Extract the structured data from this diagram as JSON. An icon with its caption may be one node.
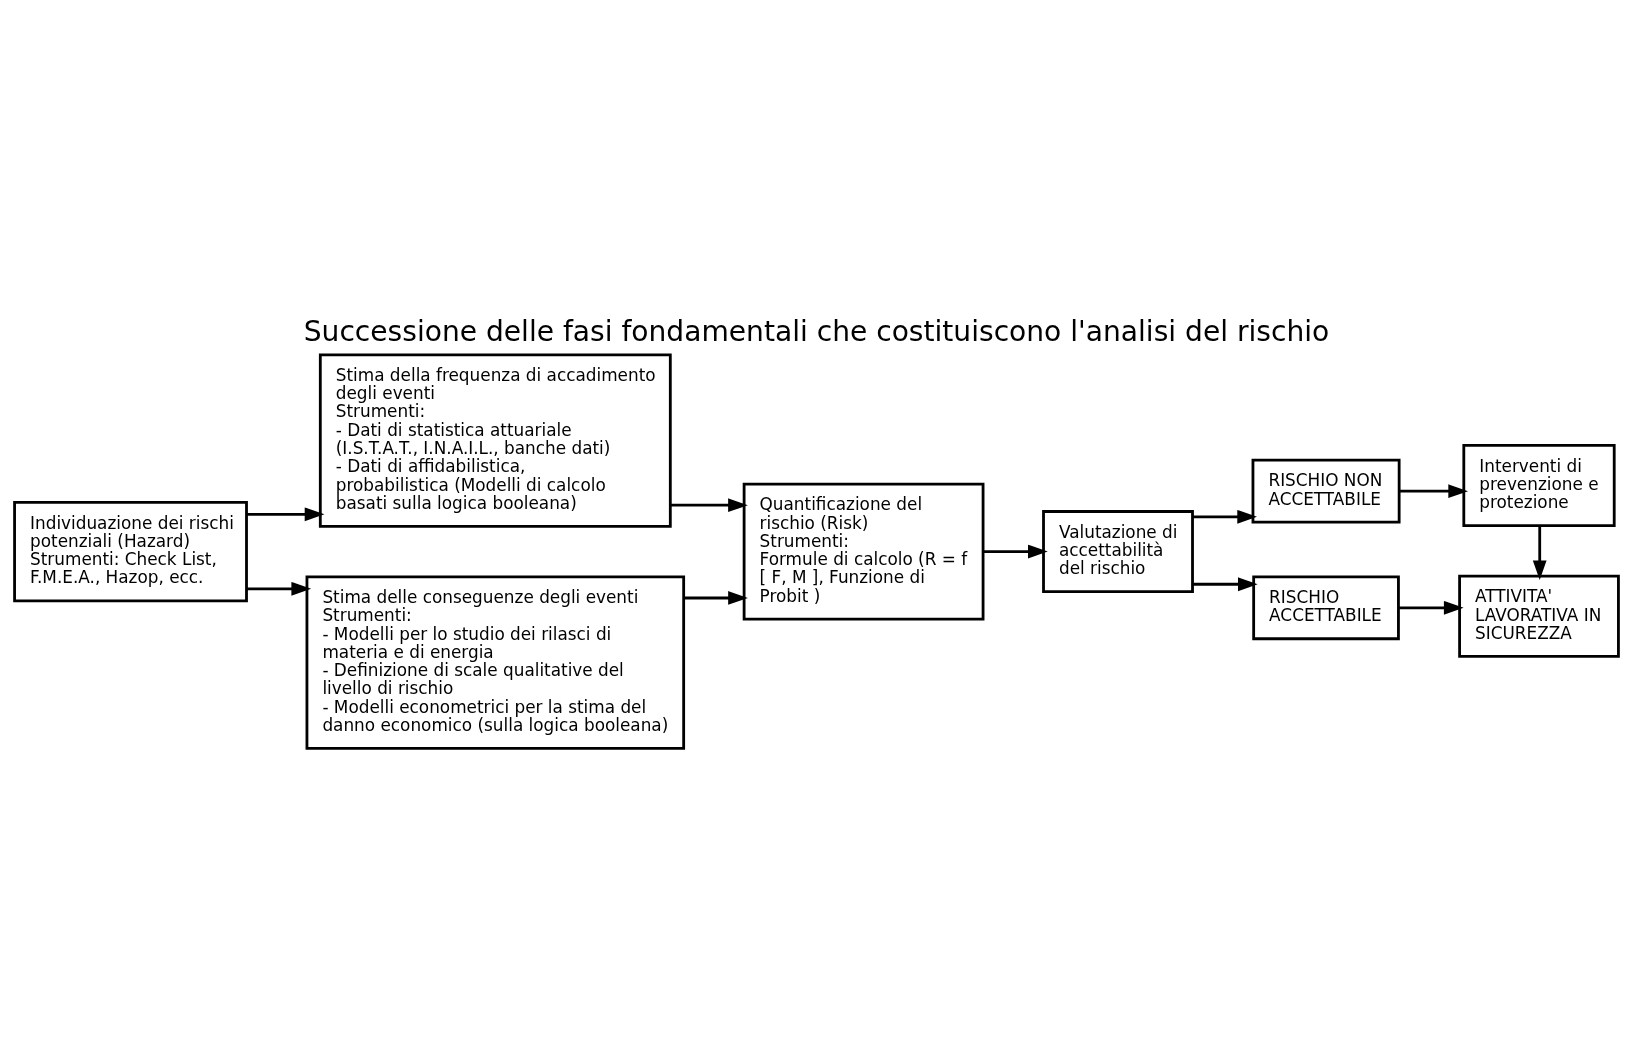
{
  "diagram": {
    "title": "Successione delle fasi fondamentali che costituiscono l'analisi del rischio",
    "nodes": [
      {
        "text": [
          "Individuazione dei rischi potenziali (Hazard)",
          "Strumenti: Check List, F.M.E.A., Hazop, ecc."
        ]
      },
      {
        "text": [
          "Stima della frequenza di accadimento degli eventi",
          "Strumenti:",
          "- Dati di statistica attuariale (I.S.T.A.T., I.N.A.I.L., banche dati)",
          "- Dati di affidabilistica, probabilistica (Modelli di calcolo basati sulla logica booleana)"
        ]
      },
      {
        "text": [
          "Stima delle conseguenze degli eventi",
          "Strumenti:",
          "- Modelli per lo studio dei rilasci di materia e di energia",
          "- Definizione di scale qualitative del livello di rischio",
          "- Modelli econometrici per la stima del danno economico (sulla logica booleana)"
        ]
      },
      {
        "text": [
          "Quantificazione del rischio (Risk)",
          "Strumenti:",
          "Formule di calcolo (R = f [ F, M ], Funzione di Probit )"
        ]
      },
      {
        "text": [
          "Valutazione di accettabilità del rischio"
        ]
      },
      {
        "text": [
          "RISCHIO ACCETTABILE"
        ]
      },
      {
        "text": [
          "ATTIVITA' LAVORATIVA IN SICUREZZA"
        ]
      },
      {
        "text": [
          "RISCHIO NON ACCETTABILE"
        ]
      },
      {
        "text": [
          "Interventi di prevenzione e protezione"
        ]
      }
    ],
    "edges": [
      {
        "from": 0,
        "to": 1,
        "arrow": "to"
      },
      {
        "from": 0,
        "to": 2,
        "arrow": "to"
      },
      {
        "from": 1,
        "to": 3,
        "arrow": "to"
      },
      {
        "from": 2,
        "to": 3,
        "arrow": "to"
      },
      {
        "from": 3,
        "to": 4,
        "arrow": "to"
      },
      {
        "from": 4,
        "to": 5,
        "arrow": "to"
      },
      {
        "from": 4,
        "to": 7,
        "arrow": "to"
      },
      {
        "from": 5,
        "to": 6,
        "arrow": "to"
      },
      {
        "from": 7,
        "to": 8,
        "arrow": "to"
      },
      {
        "from": 8,
        "to": 6,
        "arrow": "to"
      }
    ]
  }
}
